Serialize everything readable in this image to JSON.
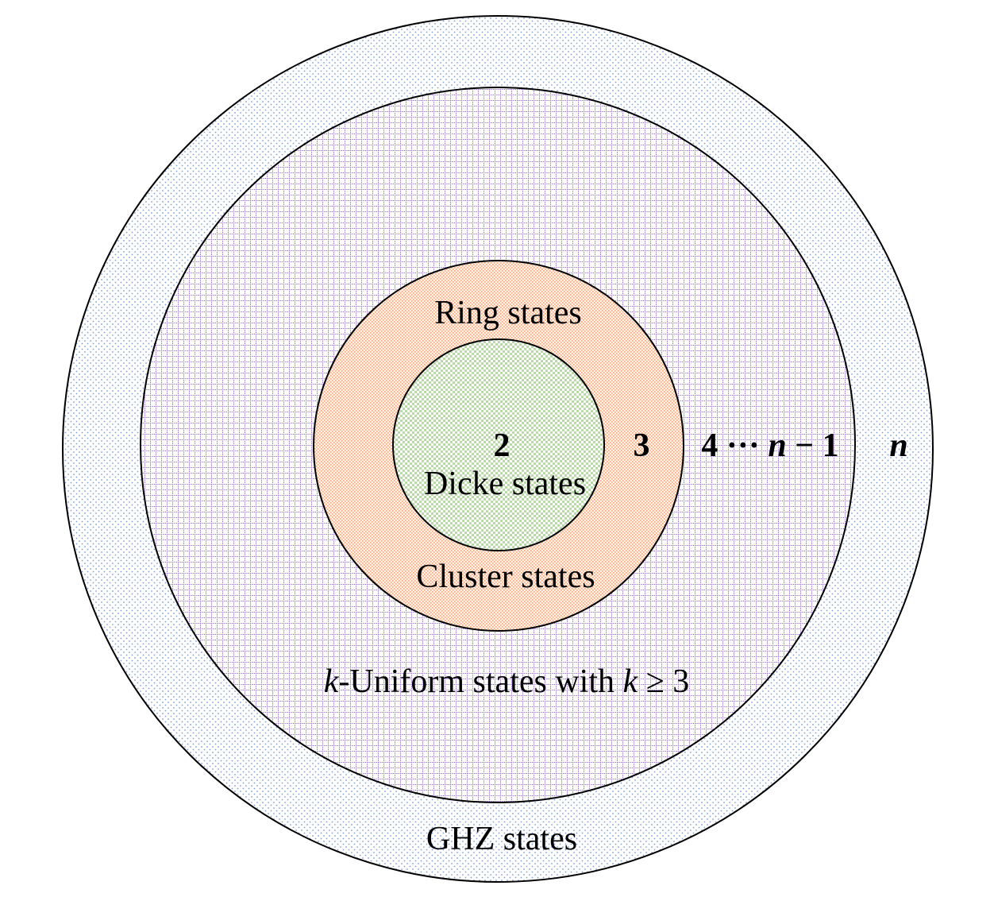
{
  "colors": {
    "ghz": "#7f9fd8",
    "kuniform": "#8e62c9",
    "ring": "#f0a57a",
    "dicke": "#a9cf96"
  },
  "labels": {
    "ring": "Ring states",
    "dicke": "Dicke states",
    "cluster": "Cluster states",
    "kuniform_k": "k",
    "kuniform_mid": "-Uniform states with ",
    "kuniform_k2": "k",
    "kuniform_end": " ≥ 3",
    "ghz": "GHZ states",
    "n2": "2",
    "n3": "3",
    "n4": "4 ··· ",
    "nminus": "n",
    "nminus_rest": " − 1",
    "n": "n"
  }
}
